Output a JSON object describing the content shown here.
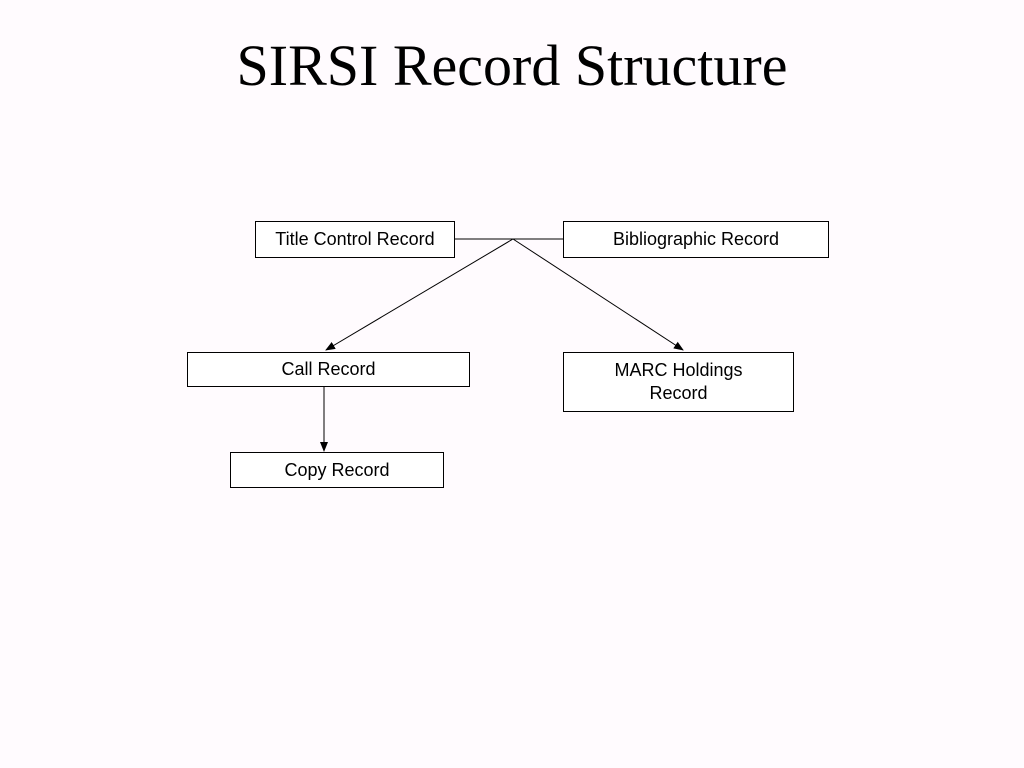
{
  "title": "SIRSI Record Structure",
  "colors": {
    "background": "#fffbfe",
    "box_border": "#000000",
    "box_fill": "#ffffff",
    "text": "#000000"
  },
  "boxes": {
    "title_control": "Title Control Record",
    "bibliographic": "Bibliographic Record",
    "call": "Call Record",
    "marc_holdings": "MARC Holdings\nRecord",
    "copy": "Copy Record"
  },
  "connections": [
    {
      "from": [
        "title_control",
        "bibliographic"
      ],
      "to": "call",
      "arrow": true
    },
    {
      "from": [
        "title_control",
        "bibliographic"
      ],
      "to": "marc_holdings",
      "arrow": true
    },
    {
      "from": [
        "call"
      ],
      "to": "copy",
      "arrow": true
    }
  ]
}
